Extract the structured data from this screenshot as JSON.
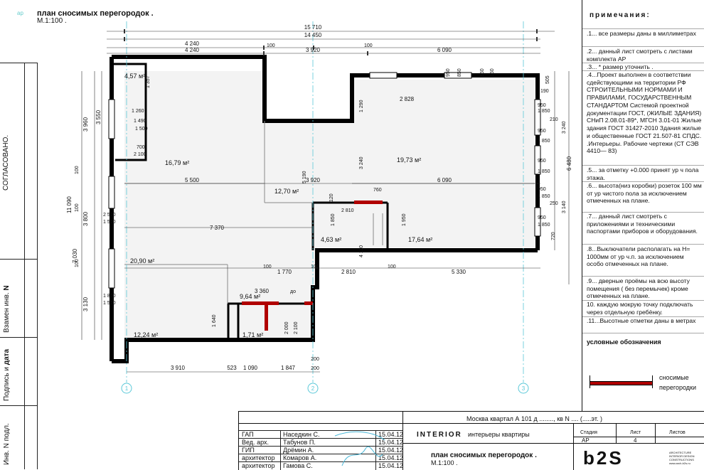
{
  "header": {
    "code": "ар",
    "title": "план сносимых перегородок .",
    "scale": "М.1:100 ."
  },
  "sidebar": {
    "approved": "СОГЛАСОВАНО.",
    "replace_inv": "Взамен инв.",
    "replace_inv_n": "N",
    "sign_date_a": "Подпись и",
    "sign_date_b": "дата",
    "inv_n": "Инв. N подл."
  },
  "plan": {
    "dims_top": [
      "15 710",
      "14 450",
      "4 240",
      "4 240",
      "100",
      "100",
      "3 920",
      "6 090"
    ],
    "dims_bottom": [
      "3 910",
      "523",
      "1 090",
      "1 847",
      "200",
      "200"
    ],
    "dims_left": [
      "3 960",
      "3 550",
      "11 090",
      "3 800",
      "7 030",
      "3 130",
      "100",
      "100",
      "100",
      "2 500",
      "1 500",
      "1 800",
      "1 500"
    ],
    "dims_right": [
      "505",
      "190",
      "1 850",
      "950",
      "210",
      "950",
      "1 850",
      "950",
      "3 240",
      "6 480",
      "1 850",
      "250",
      "950",
      "3 140",
      "1 850",
      "720",
      "950",
      "1 850"
    ],
    "dims_inner": [
      "1 357",
      "1 260",
      "1 490",
      "1 500",
      "700",
      "2 100",
      "5 500",
      "3 920",
      "6 090",
      "760",
      "2 810",
      "120",
      "1 850",
      "1 950",
      "7 370",
      "2 828",
      "1 290",
      "3 240",
      "5 190",
      "1 770",
      "2 810",
      "5 330",
      "100",
      "100",
      "100",
      "4 110",
      "3 360",
      "до",
      "1 640",
      "2 000",
      "2 100",
      "950",
      "850",
      "850",
      "950"
    ],
    "rooms": [
      "4,57 м²",
      "16,79 м²",
      "19,73 м²",
      "12,70 м²",
      "4,63 м²",
      "17,64 м²",
      "20,90 м²",
      "9,64 м²",
      "12,24 м²",
      "1,71 м²"
    ],
    "axes": [
      "1",
      "2",
      "3"
    ]
  },
  "notes": {
    "title": "примечания:",
    "items": [
      ".1... все размеры даны в миллиметрах",
      ".2... данный лист смотреть с листами комплекта АР",
      ".3... * размер уточнить .",
      ".4...Проект выполнен в соответствии сдействующими на территории РФ СТРОИТЕЛЬНЫМИ НОРМАМИ И ПРАВИЛАМИ, ГОСУДАРСТВЕННЫМ СТАНДАРТОМ Системой проектной документации ГОСТ, (ЖИЛЫЕ ЗДАНИЯ) СНиП 2.08.01-89*, МГСН 3.01-01 Жилые здания ГОСТ 31427-2010 Здания жилые и общественные ГОСТ 21.507-81 СПДС. .Интерьеры. Рабочие чертежи (СТ СЭВ 4410— 83)",
      ".5... за отметку +0.000 принят ур ч пола этажа.",
      ".6... высота(низ коробки) розеток 100 мм от ур чистого пола за исключением отмеченных на плане.",
      ".7... данный лист смотреть с приложениями и техническими паспортами приборов и оборудования.",
      ".8...Выключатели располагать на Н= 1000мм от ур ч.п. за исключением особо отмеченных на плане.",
      ".9... дверные проёмы на всю высоту помещения ( без перемычек) кроме отмеченных на плане.",
      "10. каждую мокрую точку подключать через отдельную гребёнку.",
      ".11...Высотные отметки даны в метрах"
    ],
    "legend_title": "условные обозначения",
    "legend_item_a": "сносимые",
    "legend_item_b": "перегородки"
  },
  "title_block": {
    "address": "Москва квартал А 101 д ........, кв N ....  (.....эт. )",
    "studio": "INTERIOR",
    "project": "интерьеры квартиры",
    "sheet_title": "план сносимых перегородок .",
    "sheet_scale": "М.1:100 .",
    "stage_label": "Стадия",
    "sheet_label": "Лист",
    "sheets_label": "Листов",
    "stage": "АР",
    "sheet": "4",
    "sheets": "",
    "roles": [
      {
        "role": "ГАП",
        "name": "Наседкин С.",
        "date": "15.04.12"
      },
      {
        "role": "Вед. арх.",
        "name": "Табунов П.",
        "date": "15.04.12"
      },
      {
        "role": "ГИП",
        "name": "Дрёмин А.",
        "date": "15.04.12"
      },
      {
        "role": "архитектор",
        "name": "Комаров А.",
        "date": "15.04.12"
      },
      {
        "role": "архитектор",
        "name": "Гамова С.",
        "date": "15.04.12"
      }
    ],
    "logo": "b2S",
    "logo_caption_1": "ARCHITECTURE",
    "logo_caption_2": "INTERIOR DESIGN",
    "logo_caption_3": "CONSTRUCTIONS",
    "logo_caption_4": "www.arch-b2s.ru"
  },
  "colors": {
    "demolish": "#b00000",
    "wall": "#000000",
    "axis": "#5ac8d8",
    "floor": "#f3f3f3"
  }
}
